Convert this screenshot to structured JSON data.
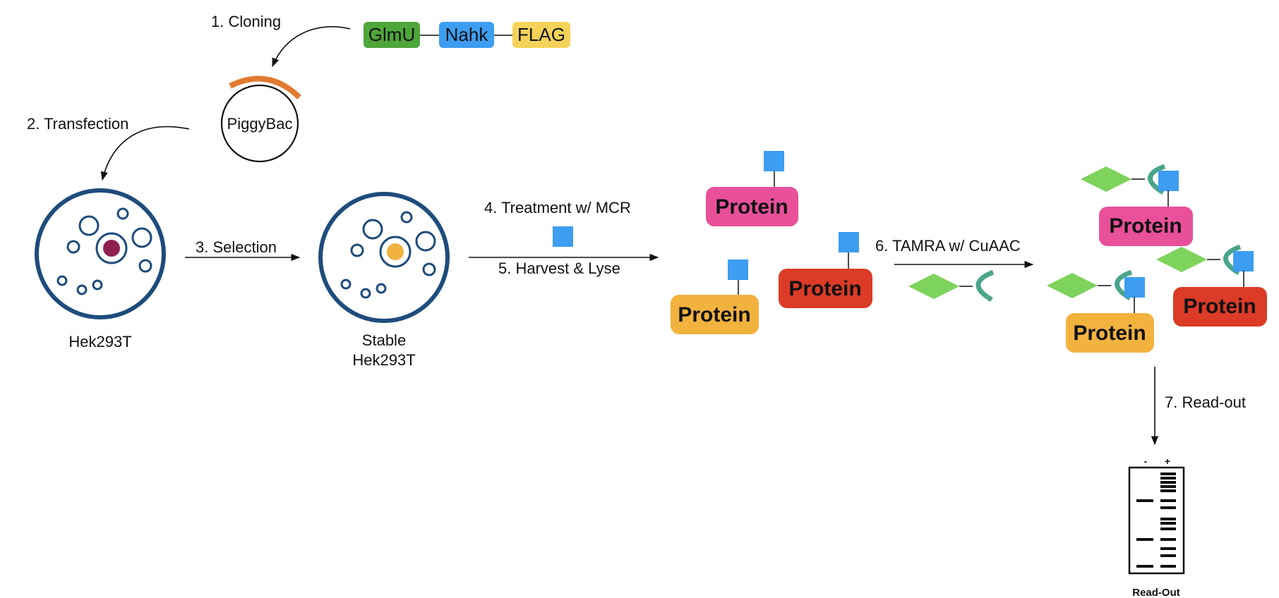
{
  "steps": {
    "cloning": "1. Cloning",
    "transfection": "2. Transfection",
    "selection": "3. Selection",
    "treatment": "4. Treatment w/ MCR",
    "harvest": "5. Harvest & Lyse",
    "tamra": "6. TAMRA w/ CuAAC",
    "readout": "7. Read-out"
  },
  "construct": {
    "parts": [
      {
        "label": "GlmU",
        "color": "#4fa63a"
      },
      {
        "label": "Nahk",
        "color": "#3d9df0"
      },
      {
        "label": "FLAG",
        "color": "#f5d35a"
      }
    ]
  },
  "plasmid": {
    "label": "PiggyBac",
    "arc_color": "#e07a30"
  },
  "cells": {
    "wild_type": "Hek293T",
    "stable_line1": "Stable",
    "stable_line2": "Hek293T",
    "membrane_color": "#1e4c7c",
    "nucleus_wt_color": "#8e2050",
    "nucleus_stable_color": "#f2b23e"
  },
  "protein_label": "Protein",
  "colors": {
    "protein_pink": "#e9509a",
    "protein_red": "#dc3b27",
    "protein_orange": "#f2b23e",
    "sugar_square": "#3d9df0",
    "tamra_diamond": "#7dd35c",
    "linker_arc": "#4aa58a"
  },
  "gel": {
    "minus": "-",
    "plus": "+",
    "caption": "Read-Out"
  }
}
